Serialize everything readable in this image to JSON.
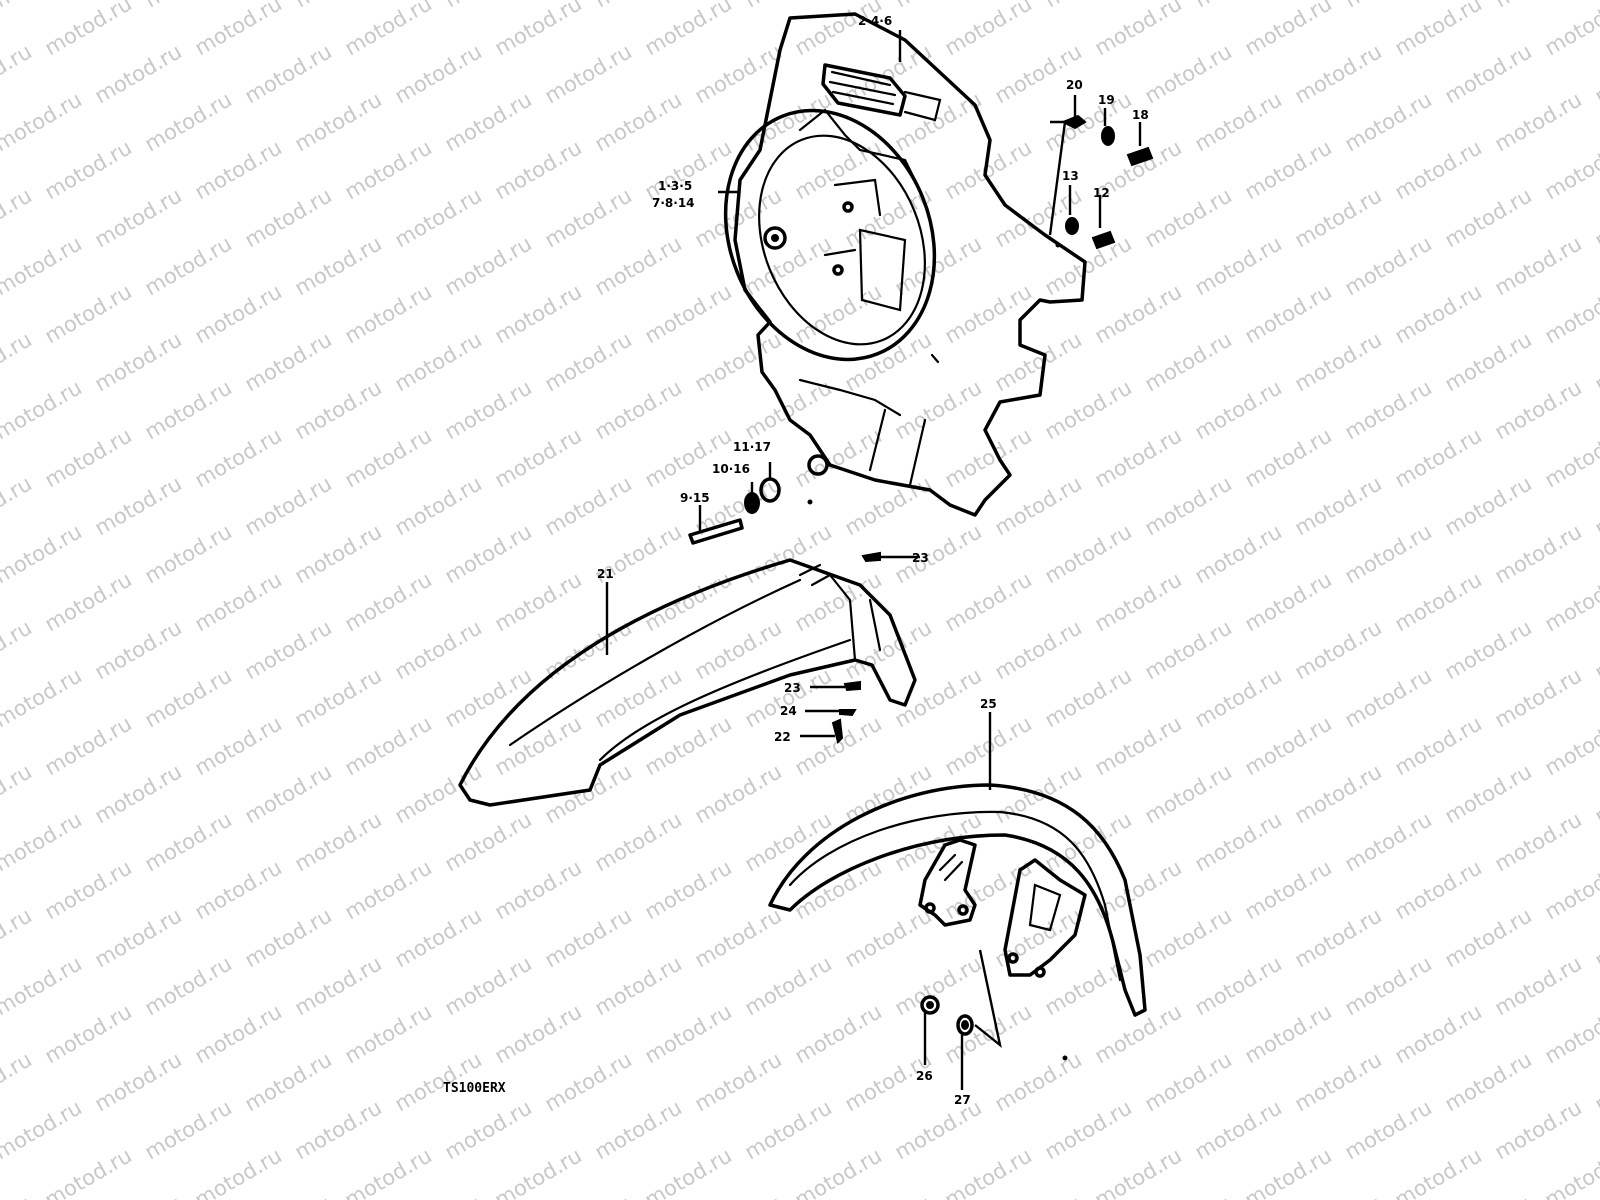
{
  "watermark": "motod.ru",
  "model_code": "TS100ERX",
  "callouts": {
    "c246": "2·4·6",
    "c135": "1·3·5",
    "c7814": "7·8·14",
    "c20": "20",
    "c19": "19",
    "c18": "18",
    "c13": "13",
    "c12": "12",
    "c1117": "11·17",
    "c1016": "10·16",
    "c915": "9·15",
    "c23a": "23",
    "c21": "21",
    "c23b": "23",
    "c24": "24",
    "c22": "22",
    "c25": "25",
    "c26": "26",
    "c27": "27"
  }
}
